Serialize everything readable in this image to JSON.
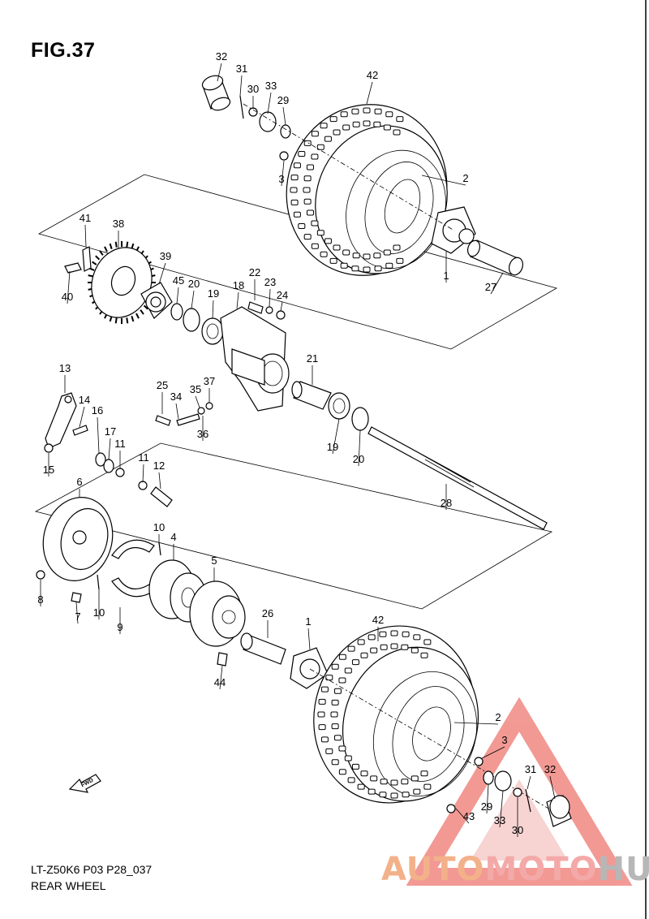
{
  "figure": {
    "title": "FIG.37"
  },
  "footer": {
    "code": "LT-Z50K6 P03 P28_037",
    "name": "REAR WHEEL"
  },
  "fwd_label": "FWD",
  "watermark": {
    "part1": "AUTO",
    "part2": "MOTO",
    "part3": "HUB"
  },
  "colors": {
    "watermark_red": "#e8473e",
    "watermark_orange": "#f3b18a",
    "watermark_gray": "#b7b7b7"
  },
  "callouts": [
    {
      "id": "c32a",
      "num": "32"
    },
    {
      "id": "c31a",
      "num": "31"
    },
    {
      "id": "c30a",
      "num": "30"
    },
    {
      "id": "c33a",
      "num": "33"
    },
    {
      "id": "c29a",
      "num": "29"
    },
    {
      "id": "c42a",
      "num": "42"
    },
    {
      "id": "c3a",
      "num": "3"
    },
    {
      "id": "c2a",
      "num": "2"
    },
    {
      "id": "c1a",
      "num": "1"
    },
    {
      "id": "c27",
      "num": "27"
    },
    {
      "id": "c41",
      "num": "41"
    },
    {
      "id": "c38",
      "num": "38"
    },
    {
      "id": "c40",
      "num": "40"
    },
    {
      "id": "c39",
      "num": "39"
    },
    {
      "id": "c45",
      "num": "45"
    },
    {
      "id": "c20a",
      "num": "20"
    },
    {
      "id": "c19a",
      "num": "19"
    },
    {
      "id": "c18",
      "num": "18"
    },
    {
      "id": "c22",
      "num": "22"
    },
    {
      "id": "c23",
      "num": "23"
    },
    {
      "id": "c24",
      "num": "24"
    },
    {
      "id": "c21",
      "num": "21"
    },
    {
      "id": "c13",
      "num": "13"
    },
    {
      "id": "c14",
      "num": "14"
    },
    {
      "id": "c16",
      "num": "16"
    },
    {
      "id": "c17",
      "num": "17"
    },
    {
      "id": "c11a",
      "num": "11"
    },
    {
      "id": "c15",
      "num": "15"
    },
    {
      "id": "c25",
      "num": "25"
    },
    {
      "id": "c34",
      "num": "34"
    },
    {
      "id": "c35",
      "num": "35"
    },
    {
      "id": "c37",
      "num": "37"
    },
    {
      "id": "c36",
      "num": "36"
    },
    {
      "id": "c19b",
      "num": "19"
    },
    {
      "id": "c20b",
      "num": "20"
    },
    {
      "id": "c28",
      "num": "28"
    },
    {
      "id": "c11b",
      "num": "11"
    },
    {
      "id": "c12",
      "num": "12"
    },
    {
      "id": "c6",
      "num": "6"
    },
    {
      "id": "c10a",
      "num": "10"
    },
    {
      "id": "c4",
      "num": "4"
    },
    {
      "id": "c5",
      "num": "5"
    },
    {
      "id": "c8",
      "num": "8"
    },
    {
      "id": "c7",
      "num": "7"
    },
    {
      "id": "c10b",
      "num": "10"
    },
    {
      "id": "c9",
      "num": "9"
    },
    {
      "id": "c26",
      "num": "26"
    },
    {
      "id": "c1b",
      "num": "1"
    },
    {
      "id": "c42b",
      "num": "42"
    },
    {
      "id": "c44",
      "num": "44"
    },
    {
      "id": "c2b",
      "num": "2"
    },
    {
      "id": "c3b",
      "num": "3"
    },
    {
      "id": "c31b",
      "num": "31"
    },
    {
      "id": "c32b",
      "num": "32"
    },
    {
      "id": "c29b",
      "num": "29"
    },
    {
      "id": "c33b",
      "num": "33"
    },
    {
      "id": "c30b",
      "num": "30"
    },
    {
      "id": "c43",
      "num": "43"
    }
  ]
}
